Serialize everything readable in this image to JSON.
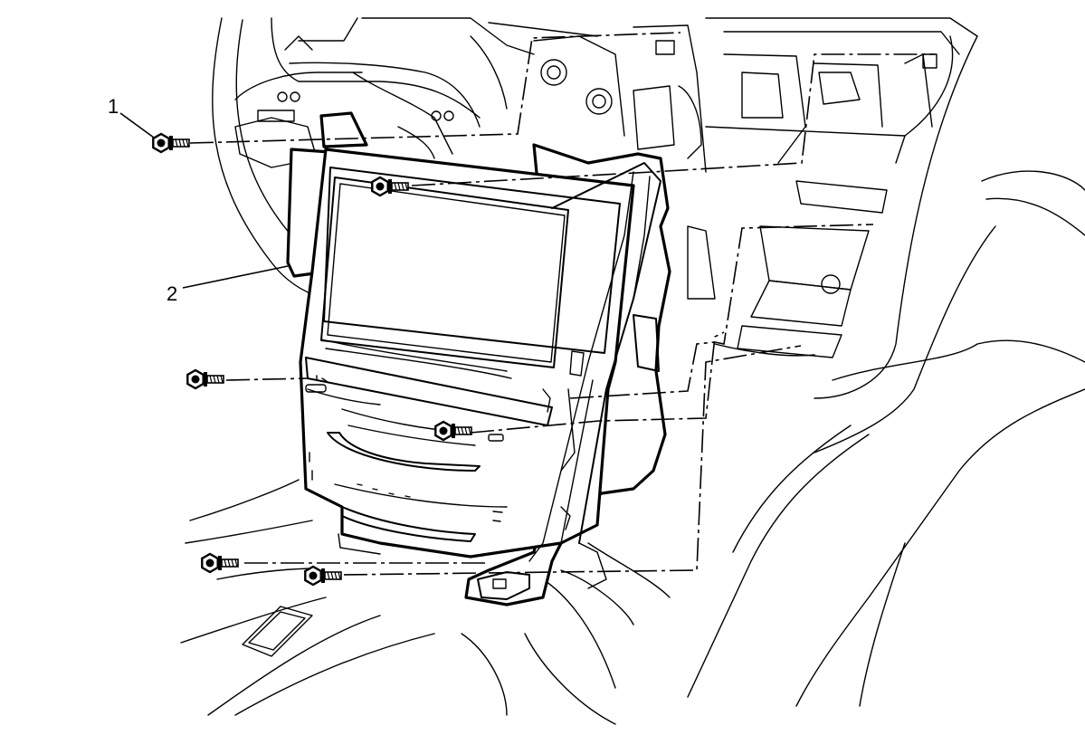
{
  "callouts": [
    {
      "id": "1",
      "label": "1"
    },
    {
      "id": "2",
      "label": "2"
    }
  ],
  "fastener_count": 6,
  "colors": {
    "line": "#000000",
    "background": "#ffffff"
  }
}
